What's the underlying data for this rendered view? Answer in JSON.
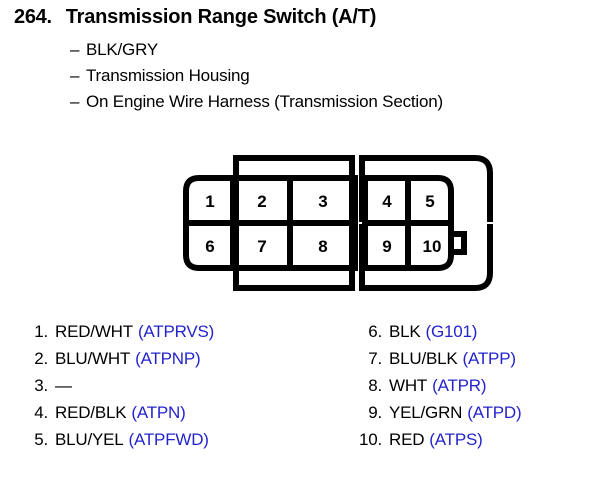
{
  "header": {
    "number": "264.",
    "title": "Transmission Range Switch (A/T)",
    "details": [
      "BLK/GRY",
      "Transmission Housing",
      "On Engine Wire Harness (Transmission Section)"
    ],
    "dash": "–"
  },
  "connector": {
    "name": "10-pin-connector-diagram",
    "cavities": [
      {
        "label": "1",
        "row": "top",
        "block": "left"
      },
      {
        "label": "2",
        "row": "top",
        "block": "left"
      },
      {
        "label": "3",
        "row": "top",
        "block": "left"
      },
      {
        "label": "4",
        "row": "top",
        "block": "right"
      },
      {
        "label": "5",
        "row": "top",
        "block": "right"
      },
      {
        "label": "6",
        "row": "bottom",
        "block": "left"
      },
      {
        "label": "7",
        "row": "bottom",
        "block": "left"
      },
      {
        "label": "8",
        "row": "bottom",
        "block": "left"
      },
      {
        "label": "9",
        "row": "bottom",
        "block": "right"
      },
      {
        "label": "10",
        "row": "bottom",
        "block": "right"
      }
    ]
  },
  "pins_left": [
    {
      "num": "1.",
      "color": "RED/WHT",
      "signal": "(ATPRVS)"
    },
    {
      "num": "2.",
      "color": "BLU/WHT",
      "signal": "(ATPNP)"
    },
    {
      "num": "3.",
      "color": "—",
      "signal": ""
    },
    {
      "num": "4.",
      "color": "RED/BLK",
      "signal": "(ATPN)"
    },
    {
      "num": "5.",
      "color": "BLU/YEL",
      "signal": "(ATPFWD)"
    }
  ],
  "pins_right": [
    {
      "num": "6.",
      "color": "BLK",
      "signal": "(G101)"
    },
    {
      "num": "7.",
      "color": "BLU/BLK",
      "signal": "(ATPP)"
    },
    {
      "num": "8.",
      "color": "WHT",
      "signal": "(ATPR)"
    },
    {
      "num": "9.",
      "color": "YEL/GRN",
      "signal": "(ATPD)"
    },
    {
      "num": "10.",
      "color": "RED",
      "signal": "(ATPS)"
    }
  ],
  "colors": {
    "signal_blue": "#2424cc",
    "ink_black": "#000000",
    "background": "#ffffff"
  }
}
